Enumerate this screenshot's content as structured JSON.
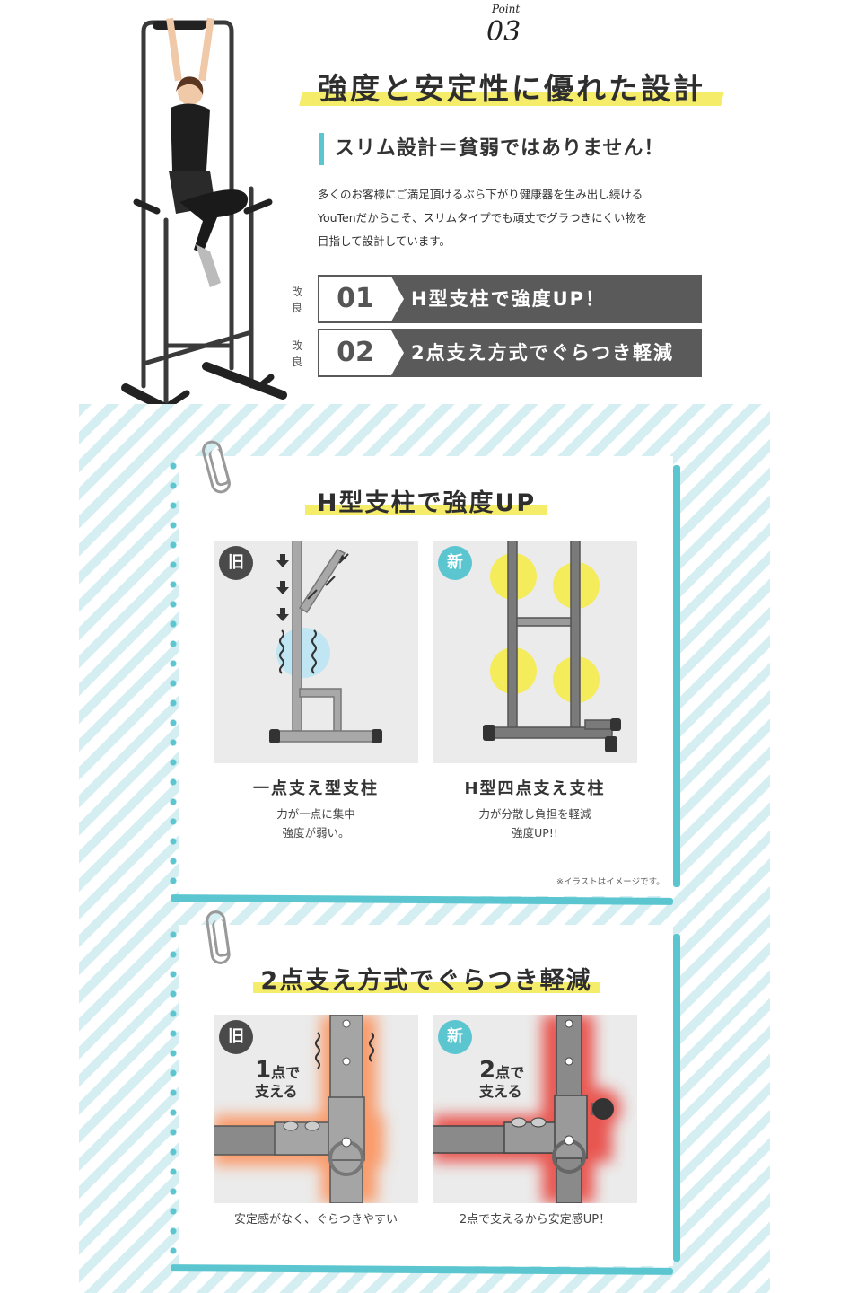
{
  "header": {
    "point_word": "Point",
    "point_number": "03",
    "title": "強度と安定性に優れた設計",
    "subheading": "スリム設計＝貧弱ではありません！",
    "description_lines": [
      "多くのお客様にご満足頂けるぶら下がり健康器を生み出し続ける",
      "YouTenだからこそ、スリムタイプでも頑丈でグラつきにくい物を",
      "目指して設計しています。"
    ]
  },
  "improvements": [
    {
      "tag": "改良",
      "number": "01",
      "text": "H型支柱で強度UP！"
    },
    {
      "tag": "改良",
      "number": "02",
      "text": "2点支え方式でぐらつき軽減"
    }
  ],
  "card1": {
    "title": "H型支柱で強度UP",
    "old": {
      "badge": "旧",
      "caption_title": "一点支え型支柱",
      "caption_lines": [
        "力が一点に集中",
        "強度が弱い。"
      ]
    },
    "new": {
      "badge": "新",
      "caption_title": "H型四点支え支柱",
      "caption_lines": [
        "力が分散し負担を軽減",
        "強度UP!!"
      ]
    },
    "note": "※イラストはイメージです。"
  },
  "card2": {
    "title": "2点支え方式でぐらつき軽減",
    "old": {
      "badge": "旧",
      "label_big": "1",
      "label_small_1": "点で",
      "label_small_2": "支える",
      "caption": "安定感がなく、ぐらつきやすい"
    },
    "new": {
      "badge": "新",
      "label_big": "2",
      "label_small_1": "点で",
      "label_small_2": "支える",
      "caption": "2点で支えるから安定感UP！"
    }
  },
  "colors": {
    "accent_teal": "#5cc6d0",
    "highlight_yellow": "#f5ec6a",
    "dark_gray": "#5a5a5a",
    "glow_red": "#e8322a"
  }
}
